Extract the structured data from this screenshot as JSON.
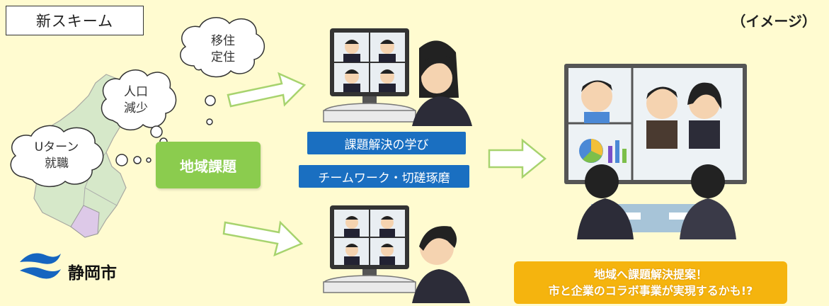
{
  "header": {
    "scheme_label": "新スキーム",
    "image_label": "（イメージ）"
  },
  "bubbles": {
    "migration": [
      "移住",
      "定住"
    ],
    "population": [
      "人口",
      "減少"
    ],
    "uturn": [
      "Uターン",
      "就職"
    ]
  },
  "issue_label": "地域課題",
  "learning": {
    "label1": "課題解決の学び",
    "label2": "チームワーク・切磋琢磨"
  },
  "proposal": {
    "line1": "地域へ課題解決提案！",
    "line2": "市と企業のコラボ事業が実現するかも!?"
  },
  "city": {
    "name": "静岡市"
  },
  "colors": {
    "background": "#fffbd0",
    "issue_box": "#8bcc4e",
    "blue_label": "#1a6fc1",
    "proposal_box": "#f5b40e",
    "logo_blue": "#1565c0"
  }
}
